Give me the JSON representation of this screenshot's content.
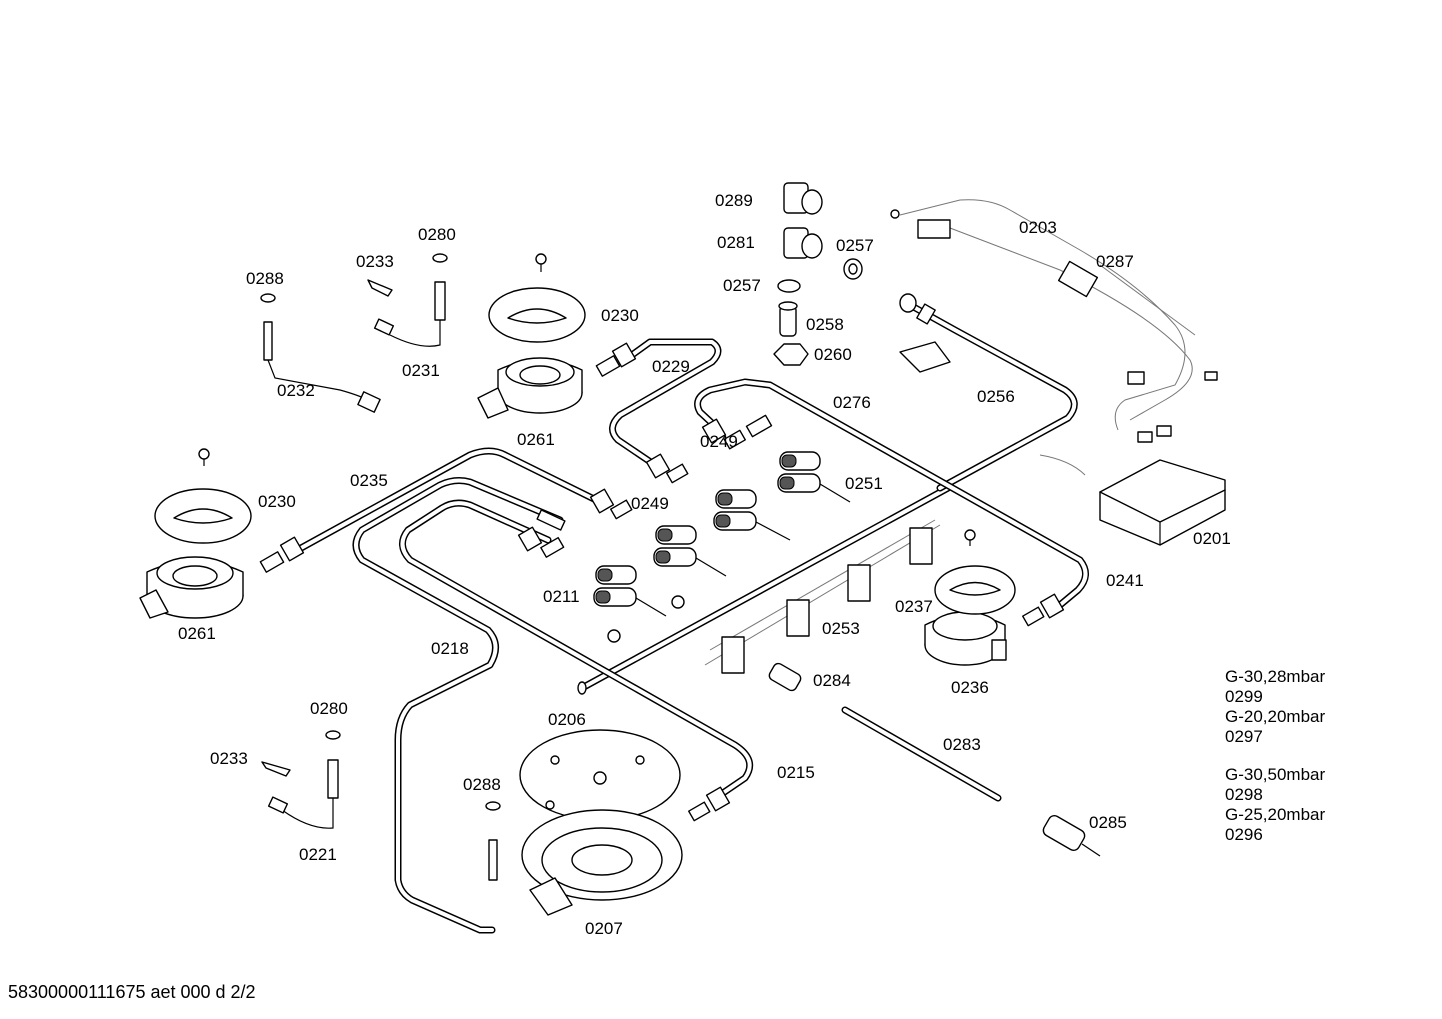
{
  "parts": {
    "p0201": "0201",
    "p0203": "0203",
    "p0206": "0206",
    "p0207": "0207",
    "p0211": "0211",
    "p0215": "0215",
    "p0218": "0218",
    "p0221": "0221",
    "p0229": "0229",
    "p0230a": "0230",
    "p0230b": "0230",
    "p0231": "0231",
    "p0232": "0232",
    "p0233a": "0233",
    "p0233b": "0233",
    "p0235": "0235",
    "p0236": "0236",
    "p0237": "0237",
    "p0241": "0241",
    "p0249a": "0249",
    "p0249b": "0249",
    "p0251": "0251",
    "p0253": "0253",
    "p0256": "0256",
    "p0257a": "0257",
    "p0257b": "0257",
    "p0258": "0258",
    "p0260": "0260",
    "p0261a": "0261",
    "p0261b": "0261",
    "p0276": "0276",
    "p0280a": "0280",
    "p0280b": "0280",
    "p0281": "0281",
    "p0283": "0283",
    "p0284": "0284",
    "p0285": "0285",
    "p0287": "0287",
    "p0288a": "0288",
    "p0288b": "0288",
    "p0289": "0289"
  },
  "legend": {
    "l1": "G-30,28mbar",
    "l2": "0299",
    "l3": "G-20,20mbar",
    "l4": "0297",
    "l5": "G-30,50mbar",
    "l6": "0298",
    "l7": "G-25,20mbar",
    "l8": "0296"
  },
  "footer": "58300000111675 aet 000 d 2/2"
}
